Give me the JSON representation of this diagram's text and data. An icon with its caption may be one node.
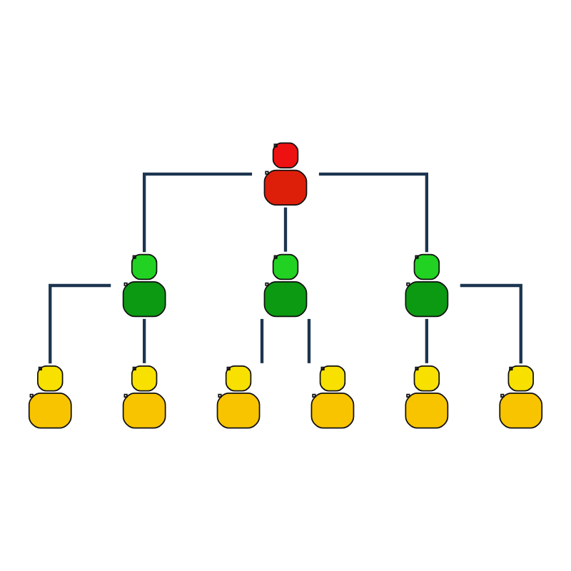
{
  "diagram": {
    "nodes": [
      {
        "text": [],
        "shape": "person"
      },
      {
        "text": [],
        "shape": "person"
      },
      {
        "text": [],
        "shape": "person"
      },
      {
        "text": [],
        "shape": "person"
      },
      {
        "text": [],
        "shape": "person"
      },
      {
        "text": [],
        "shape": "person"
      },
      {
        "text": [],
        "shape": "person"
      },
      {
        "text": [],
        "shape": "person"
      },
      {
        "text": [],
        "shape": "person"
      },
      {
        "text": [],
        "shape": "person"
      }
    ],
    "edges": [
      {
        "from": 0,
        "to": 1,
        "arrow": "none"
      },
      {
        "from": 0,
        "to": 2,
        "arrow": "none"
      },
      {
        "from": 0,
        "to": 3,
        "arrow": "none"
      },
      {
        "from": 1,
        "to": 4,
        "arrow": "none"
      },
      {
        "from": 1,
        "to": 5,
        "arrow": "none"
      },
      {
        "from": 2,
        "to": 6,
        "arrow": "none"
      },
      {
        "from": 2,
        "to": 7,
        "arrow": "none"
      },
      {
        "from": 3,
        "to": 8,
        "arrow": "none"
      },
      {
        "from": 3,
        "to": 9,
        "arrow": "none"
      }
    ]
  }
}
